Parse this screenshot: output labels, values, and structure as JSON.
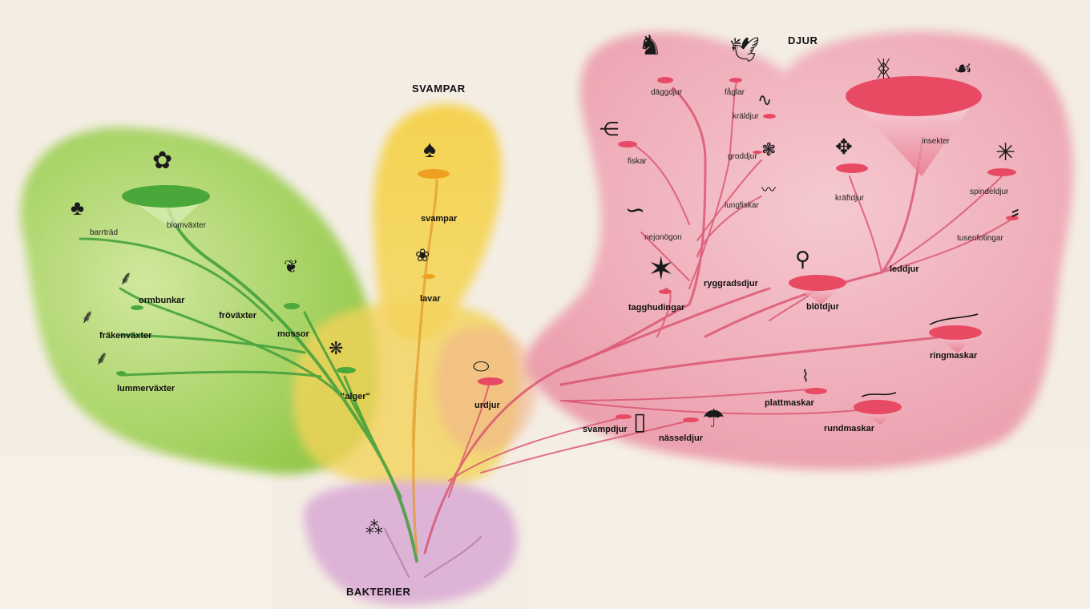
{
  "groups": {
    "svampar": "SVAMPAR",
    "djur": "DJUR",
    "bakterier": "BAKTERIER"
  },
  "plants": {
    "blomvaxter": "blomväxter",
    "barrtrad": "barrträd",
    "ormbunkar": "ormbunkar",
    "frovaxter": "fröväxter",
    "mossor": "mossor",
    "trakenvaxter": "fräkenväxter",
    "lummervaxter": "lummerväxter",
    "alger": "\"alger\""
  },
  "fungi": {
    "svampar": "svampar",
    "lavar": "lavar"
  },
  "animals": {
    "daggdjur": "däggdjur",
    "faglar": "fåglar",
    "kraldjur": "kräldjur",
    "fiskar": "fiskar",
    "groddjur": "groddjur",
    "lungfiskar": "lungfiskar",
    "nejonogon": "nejonögon",
    "tagghudingar": "tagghudingar",
    "ryggradsdjur": "ryggradsdjur",
    "blotdjur": "blötdjur",
    "insekter": "insekter",
    "kraftdjur": "kräftdjur",
    "spindeldjur": "spindeldjur",
    "tusenfotingar": "tusenfotingar",
    "leddjur": "leddjur",
    "ringmaskar": "ringmaskar",
    "plattmaskar": "plattmaskar",
    "rundmaskar": "rundmaskar",
    "urdjur": "urdjur",
    "svampdjur": "svampdjur",
    "nasseldjur": "nässeldjur"
  },
  "colors": {
    "plants": "#8cc63f",
    "fungi": "#f2c72e",
    "animals": "#e8879a",
    "bacteria": "#d9a6cf",
    "branch_green": "#3f9e3a",
    "branch_red": "#d84a6a",
    "disc_red": "#e84a64",
    "disc_green": "#4aa83a",
    "disc_orange": "#f0a020",
    "background": "#f3ece3"
  },
  "icons": [
    "flower-plant-icon",
    "tree-icon",
    "fern-icon",
    "moss-icon",
    "horsetail-icon",
    "clubmoss-icon",
    "alga-icon",
    "mushroom-icon",
    "lichen-icon",
    "horse-icon",
    "bird-icon",
    "lizard-icon",
    "fish-icon",
    "frog-icon",
    "lungfish-icon",
    "lamprey-icon",
    "starfish-icon",
    "squid-icon",
    "butterfly-icon",
    "grasshopper-icon",
    "lobster-icon",
    "spider-icon",
    "centipede-icon",
    "worm-icon",
    "flatworm-icon",
    "roundworm-icon",
    "protozoa-icon",
    "sponge-icon",
    "jellyfish-icon",
    "bacteria-icon"
  ]
}
